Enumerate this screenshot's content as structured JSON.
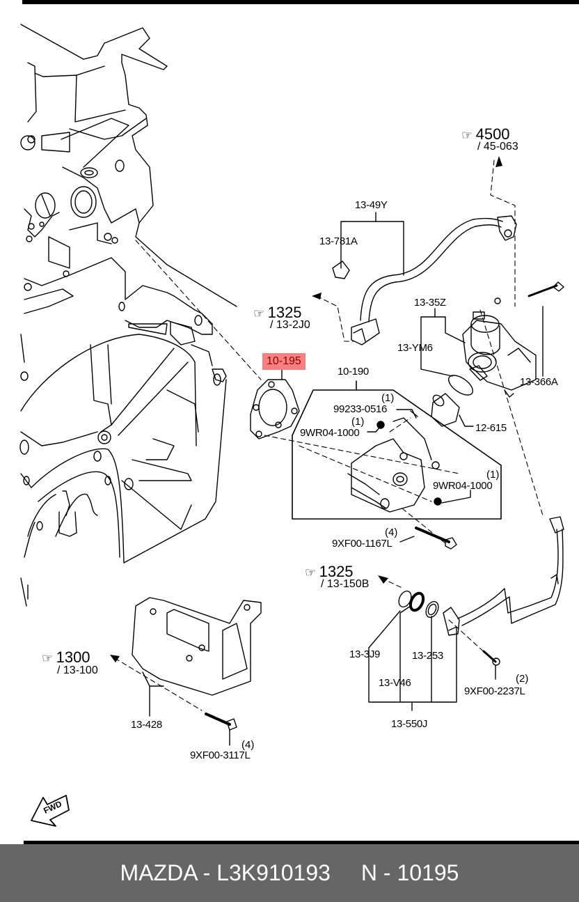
{
  "diagram": {
    "highlight_color": "#f88080",
    "highlight_text_color": "#8a0000",
    "references": [
      {
        "id": "ref-4500",
        "icon": "pointing-hand-icon",
        "group": "4500",
        "sub": "/ 45-063"
      },
      {
        "id": "ref-1325-a",
        "icon": "pointing-hand-icon",
        "group": "1325",
        "sub": "/ 13-2J0"
      },
      {
        "id": "ref-1325-b",
        "icon": "pointing-hand-icon",
        "group": "1325",
        "sub": "/ 13-150B"
      },
      {
        "id": "ref-1300",
        "icon": "pointing-hand-icon",
        "group": "1300",
        "sub": "/ 13-100"
      }
    ],
    "parts": {
      "p_13_49Y": "13-49Y",
      "p_13_781A": "13-781A",
      "p_13_35Z": "13-35Z",
      "p_13_YM6": "13-YM6",
      "p_13_366A": "13-366A",
      "p_10_195": "10-195",
      "p_10_190": "10-190",
      "p_99233_0516": "99233-0516",
      "p_9WR04_1000_a": "9WR04-1000",
      "p_9WR04_1000_b": "9WR04-1000",
      "p_12_615": "12-615",
      "p_9XF00_1167L": "9XF00-1167L",
      "p_13_3J9": "13-3J9",
      "p_13_253": "13-253",
      "p_13_V46": "13-V46",
      "p_13_550J": "13-550J",
      "p_9XF00_2237L": "9XF00-2237L",
      "p_13_428": "13-428",
      "p_9XF00_3117L": "9XF00-3117L"
    },
    "quantities": {
      "q_99233_0516": "(1)",
      "q_9WR04_1000_a": "(1)",
      "q_9WR04_1000_b": "(1)",
      "q_9XF00_1167L": "(4)",
      "q_9XF00_2237L": "(2)",
      "q_9XF00_3117L": "(4)"
    },
    "fwd_label": "FWD"
  },
  "footer": {
    "brand": "MAZDA",
    "separator": "-",
    "part_code": "L3K910193",
    "n_label": "N",
    "n_value": "10195"
  }
}
